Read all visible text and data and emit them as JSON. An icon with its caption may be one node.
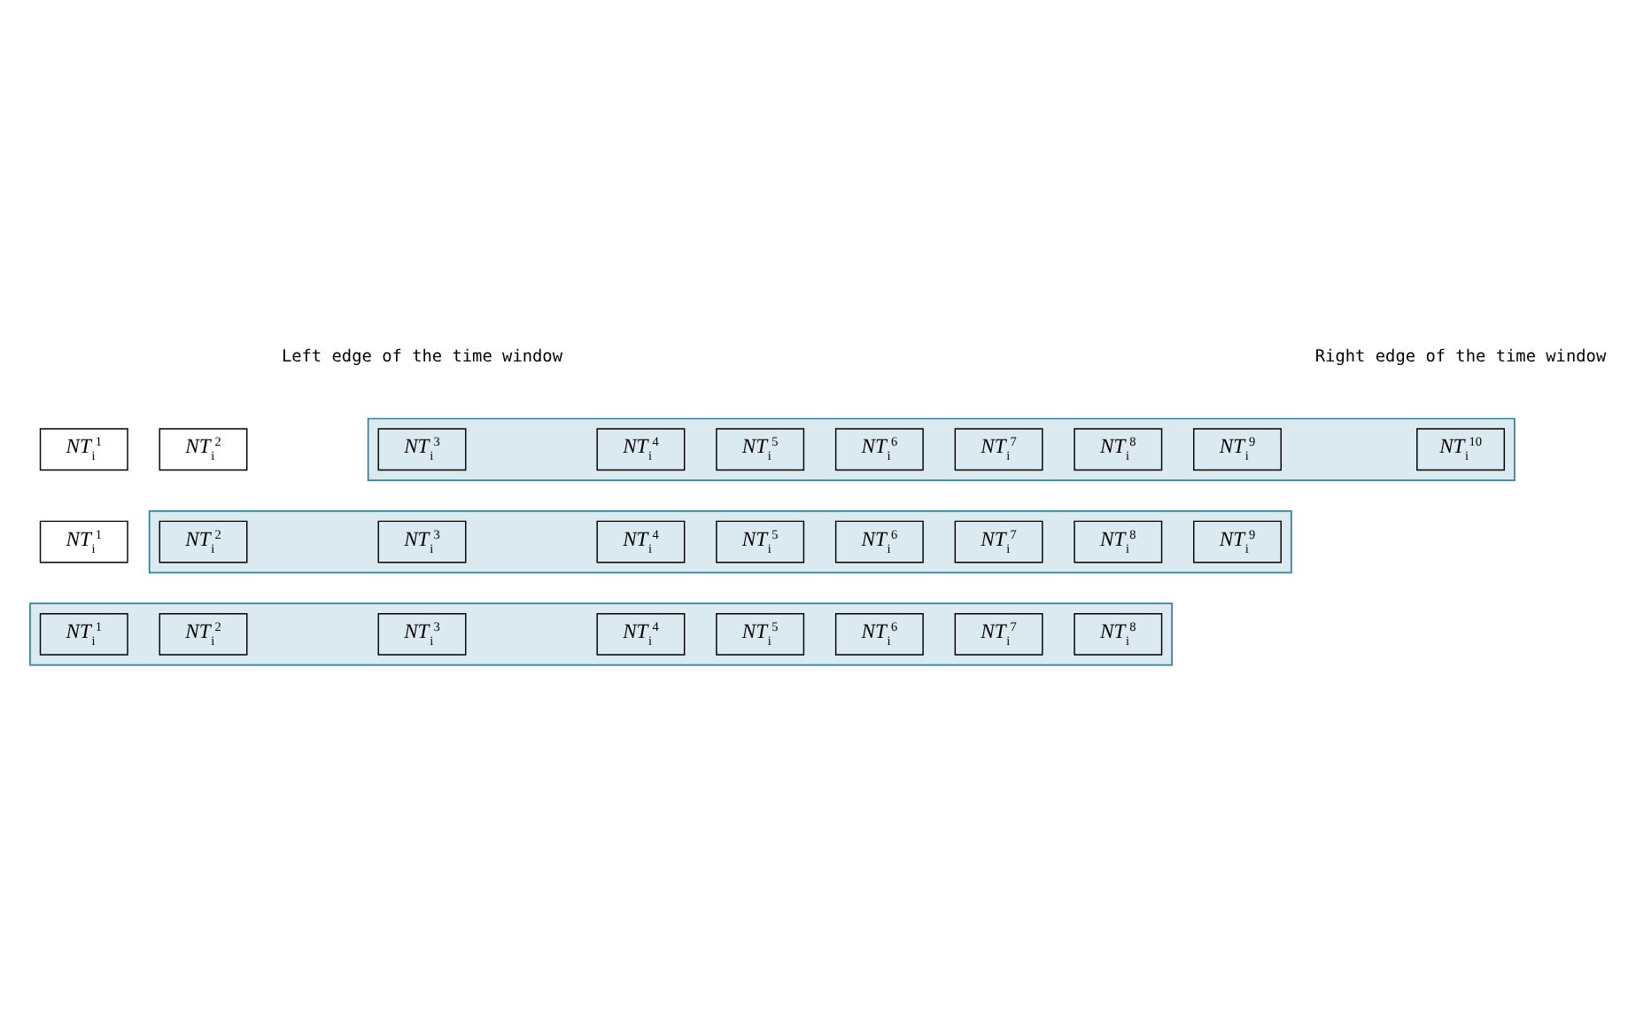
{
  "diagram": {
    "nodes": [
      {
        "text": [],
        "shape": "box"
      },
      {
        "text": [
          "*NT*$_{i}$$^{1}$"
        ],
        "in": 0
      },
      {
        "text": [
          "*NT*$_{i}$$^{2}$"
        ],
        "in": 0
      },
      {
        "text": [
          "*NT*$_{i}$$^{3}$"
        ],
        "in": 0
      },
      {
        "text": [
          "*NT*$_{i}$$^{4}$"
        ],
        "in": 0
      },
      {
        "text": [
          "*NT*$_{i}$$^{5}$"
        ],
        "in": 0
      },
      {
        "text": [
          "*NT*$_{i}$$^{6}$"
        ],
        "in": 0
      },
      {
        "text": [
          "*NT*$_{i}$$^{7}$"
        ],
        "in": 0
      },
      {
        "text": [
          "*NT*$_{i}$$^{8}$"
        ],
        "in": 0
      },
      {
        "text": [
          "*NT*$_{i}$$^{1}$"
        ]
      },
      {
        "text": [],
        "shape": "box"
      },
      {
        "text": [
          "*NT*$_{i}$$^{2}$"
        ],
        "in": 10
      },
      {
        "text": [
          "*NT*$_{i}$$^{3}$"
        ],
        "in": 10
      },
      {
        "text": [
          "*NT*$_{i}$$^{4}$"
        ],
        "in": 10
      },
      {
        "text": [
          "*NT*$_{i}$$^{5}$"
        ],
        "in": 10
      },
      {
        "text": [
          "*NT*$_{i}$$^{6}$"
        ],
        "in": 10
      },
      {
        "text": [
          "*NT*$_{i}$$^{7}$"
        ],
        "in": 10
      },
      {
        "text": [
          "*NT*$_{i}$$^{8}$"
        ],
        "in": 10
      },
      {
        "text": [
          "*NT*$_{i}$$^{9}$"
        ],
        "in": 10
      },
      {
        "text": [
          "*NT*$_{i}$$^{1}$"
        ]
      },
      {
        "text": [
          "*NT*$_{i}$$^{2}$"
        ]
      },
      {
        "text": [],
        "shape": "box"
      },
      {
        "text": [
          "*NT*$_{i}$$^{3}$"
        ],
        "in": 21
      },
      {
        "text": [
          "*NT*$_{i}$$^{4}$"
        ],
        "in": 21
      },
      {
        "text": [
          "*NT*$_{i}$$^{5}$"
        ],
        "in": 21
      },
      {
        "text": [
          "*NT*$_{i}$$^{6}$"
        ],
        "in": 21
      },
      {
        "text": [
          "*NT*$_{i}$$^{7}$"
        ],
        "in": 21
      },
      {
        "text": [
          "*NT*$_{i}$$^{8}$"
        ],
        "in": 21
      },
      {
        "text": [
          "*NT*$_{i}$$^{9}$"
        ],
        "in": 21
      },
      {
        "text": [
          "*NT*$_{i}$$^{10}$"
        ],
        "in": 21
      }
    ],
    "edges": [],
    "labels": [
      "Left edge of the time window",
      "Right edge of the time window"
    ]
  }
}
